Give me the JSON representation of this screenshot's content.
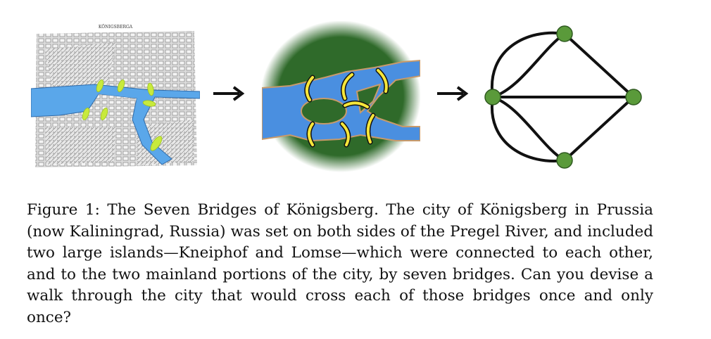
{
  "figure": {
    "map_title": "KÖNIGSBERGA",
    "caption_label": "Figure 1:",
    "caption_text": "The Seven Bridges of Königsberg. The city of Königsberg in Prussia (now Kaliningrad, Russia) was set on both sides of the Pregel River, and included two large islands—Kneiphof and Lomse—which were connected to each other, and to the two mainland portions of the city, by seven bridges. Can you devise a walk through the city that would cross each of those bridges once and only once?"
  },
  "colors": {
    "river": "#4a8fe0",
    "land": "#2f6a2a",
    "bridge_map": "#c8ea3c",
    "bridge_abstract": "#f5e63a",
    "node": "#5a9a3a",
    "edge": "#111111"
  }
}
